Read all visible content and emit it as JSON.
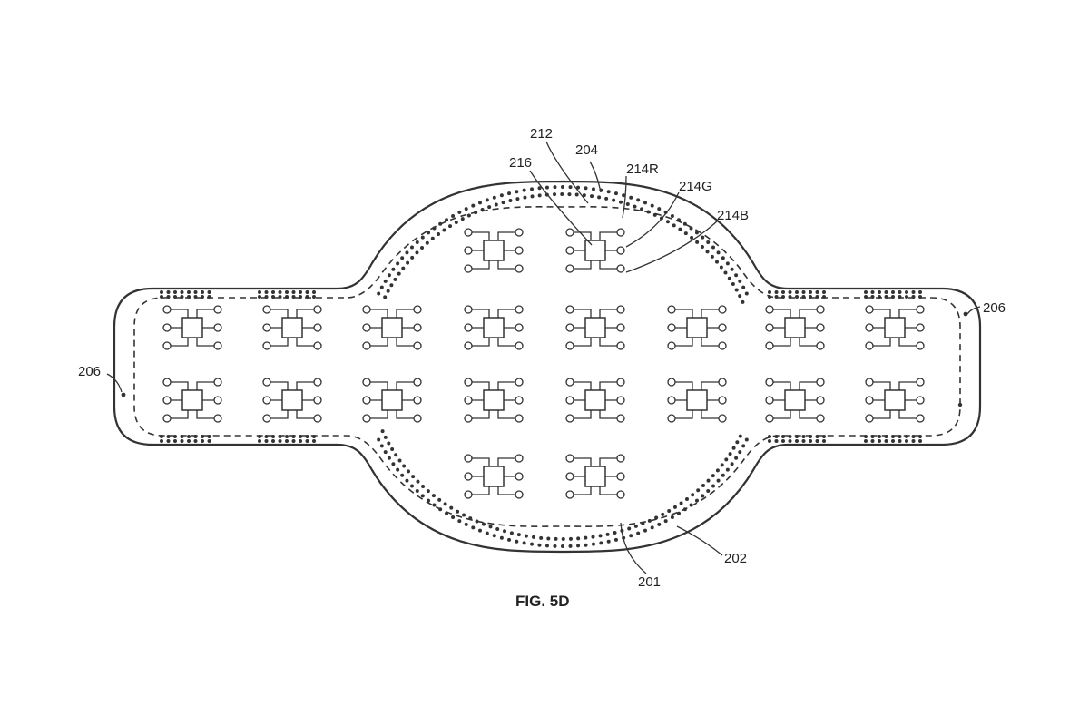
{
  "figure": {
    "caption": "FIG. 5D",
    "colors": {
      "line": "#333333",
      "background": "#ffffff"
    }
  },
  "refs": {
    "r212": "212",
    "r204": "204",
    "r216": "216",
    "r214R": "214R",
    "r214G": "214G",
    "r214B": "214B",
    "r206_left": "206",
    "r206_right": "206",
    "r201": "201",
    "r202": "202"
  },
  "components": {
    "outer_housing": "202",
    "inner_boundary": "201",
    "contact_dots": "204",
    "pixel_units": "212",
    "driver_chip": "216",
    "leds": [
      "214R",
      "214G",
      "214B"
    ],
    "edge_markers": "206"
  }
}
